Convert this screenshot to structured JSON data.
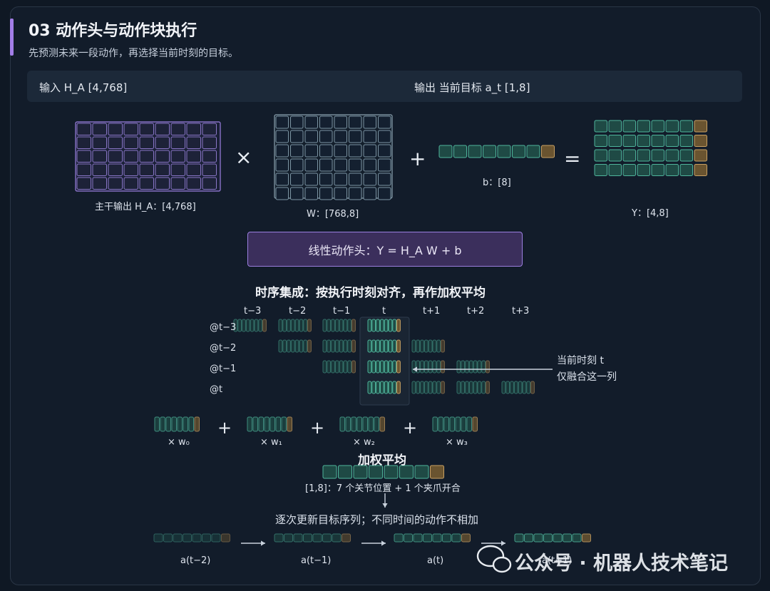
{
  "header": {
    "title": "03 动作头与动作块执行",
    "subtitle": "先预测未来一段动作，再选择当前时刻的目标。"
  },
  "io": {
    "input": "输入 H_A [4,768]",
    "output": "输出 当前目标 a_t [1,8]"
  },
  "matrices": {
    "h_label": "主干输出 H_A：[4,768]",
    "w_label": "W：[768,8]",
    "b_label": "b：[8]",
    "y_label": "Y：[4,8]",
    "times_symbol": "×",
    "plus_symbol": "+",
    "equals_symbol": "="
  },
  "formula": "线性动作头：Y = H_A W + b",
  "ensemble": {
    "heading": "时序集成：按执行时刻对齐，再作加权平均",
    "time_labels": [
      "t−3",
      "t−2",
      "t−1",
      "t",
      "t+1",
      "t+2",
      "t+3"
    ],
    "row_labels": [
      "@t−3",
      "@t−2",
      "@t−1",
      "@t"
    ],
    "note_line1": "当前时刻 t",
    "note_line2": "仅融合这一列"
  },
  "weighted": {
    "weights": [
      "× w₀",
      "× w₁",
      "× w₂",
      "× w₃"
    ],
    "plus_symbol": "+",
    "heading": "加权平均",
    "desc": "[1,8]：7 个关节位置 + 1 个夹爪开合"
  },
  "sequence": {
    "heading": "逐次更新目标序列；不同时间的动作不相加",
    "labels": [
      "a(t−2)",
      "a(t−1)",
      "a(t)",
      "a(t+1)"
    ]
  },
  "watermark": "公众号 · 机器人技术笔记",
  "colors": {
    "background": "#0f1824",
    "card": "#121c2a",
    "accent": "#a27ee8",
    "purple_cell": "#9b7fe0",
    "gray_cell": "#6b8494",
    "teal_cell": "#4fb59c",
    "teal_fill": "#1f4a45",
    "gripper_cell": "#c8a063",
    "gripper_fill": "#6a5430"
  }
}
